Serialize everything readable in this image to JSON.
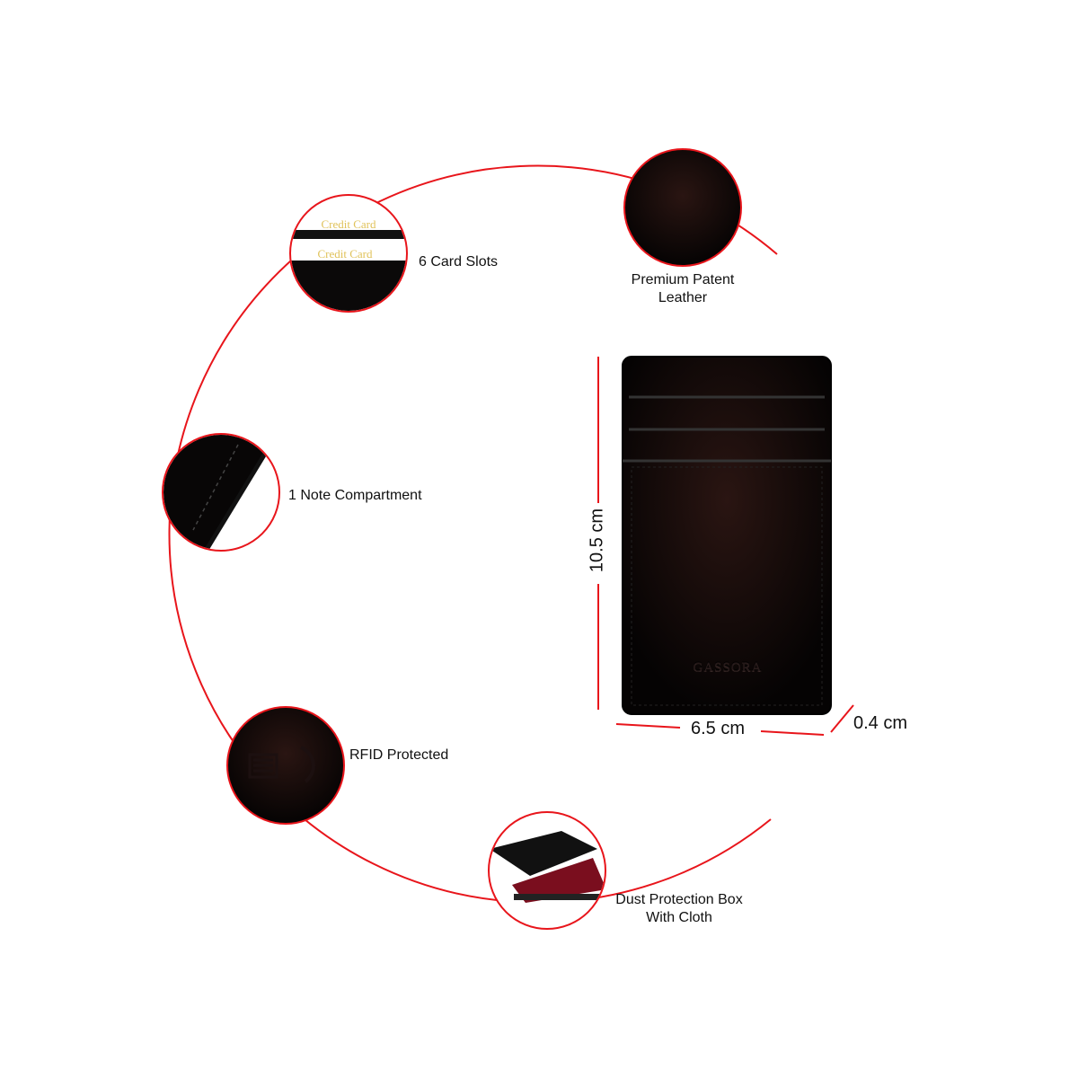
{
  "colors": {
    "accent": "#e8151b",
    "leather": "#0d0a0a"
  },
  "features": [
    {
      "label": "6 Card Slots",
      "icon": "card-slots"
    },
    {
      "label": "Premium Patent Leather",
      "icon": "leather-texture"
    },
    {
      "label": "1 Note Compartment",
      "icon": "note-compartment"
    },
    {
      "label": "RFID Protected",
      "icon": "rfid-logo"
    },
    {
      "label": "Dust Protection Box With Cloth",
      "icon": "gift-box"
    }
  ],
  "card_text": "Credit Card",
  "brand": "GASSORA",
  "dimensions": {
    "height": "10.5 cm",
    "width": "6.5 cm",
    "depth": "0.4 cm"
  }
}
